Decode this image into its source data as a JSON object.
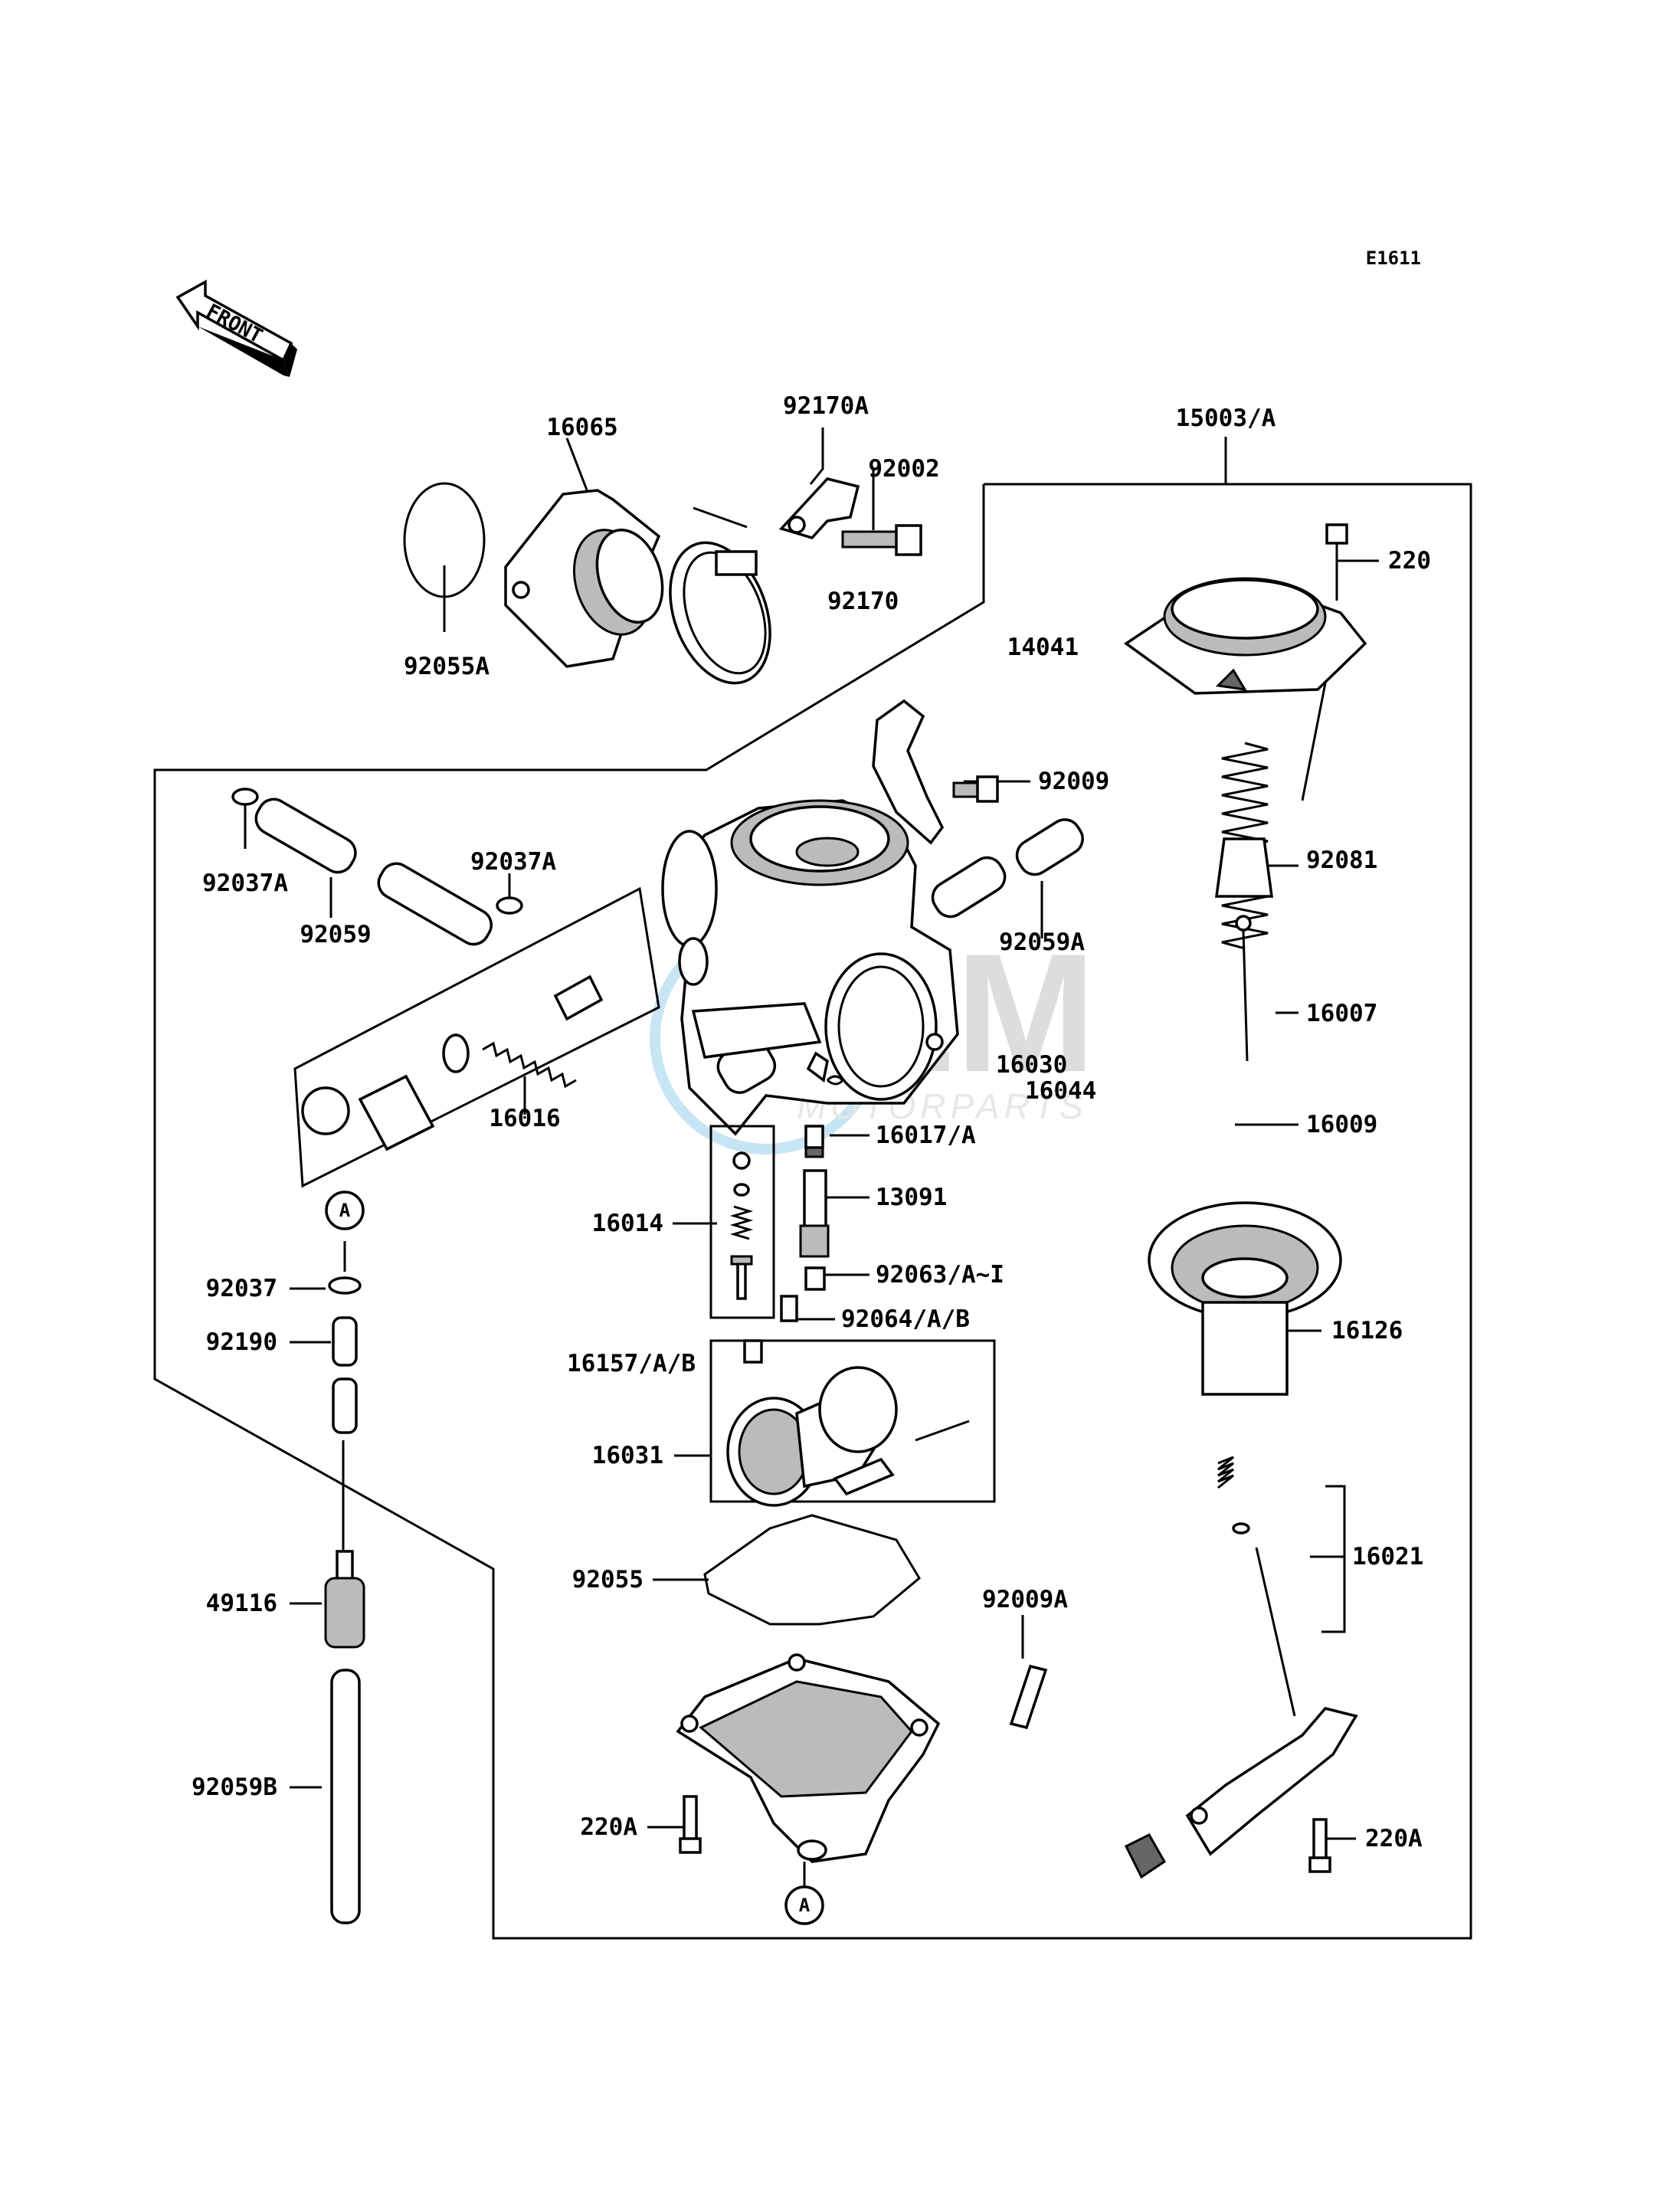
{
  "diagram": {
    "code": "E1611",
    "front_label": "FRONT",
    "circle_ref": "A",
    "watermark": {
      "brand": "GEM",
      "sub": "MOTORPARTS"
    },
    "labels": {
      "p16065": "16065",
      "p92170A": "92170A",
      "p92002": "92002",
      "p15003A": "15003/A",
      "p220": "220",
      "p14041": "14041",
      "p92170": "92170",
      "p92055A": "92055A",
      "p92009": "92009",
      "p92037A_l": "92037A",
      "p92037A_r": "92037A",
      "p92059": "92059",
      "p92081": "92081",
      "p92059A": "92059A",
      "p16007": "16007",
      "p16030": "16030",
      "p16044": "16044",
      "p16016": "16016",
      "p16009": "16009",
      "p16017A": "16017/A",
      "p13091": "13091",
      "p16014": "16014",
      "p92063": "92063/A~I",
      "p92037": "92037",
      "p92064": "92064/A/B",
      "p16126": "16126",
      "p92190": "92190",
      "p16157": "16157/A/B",
      "p16031": "16031",
      "p16021": "16021",
      "p92055": "92055",
      "p92009A": "92009A",
      "p49116": "49116",
      "p92059B": "92059B",
      "p220A_l": "220A",
      "p220A_r": "220A"
    }
  }
}
